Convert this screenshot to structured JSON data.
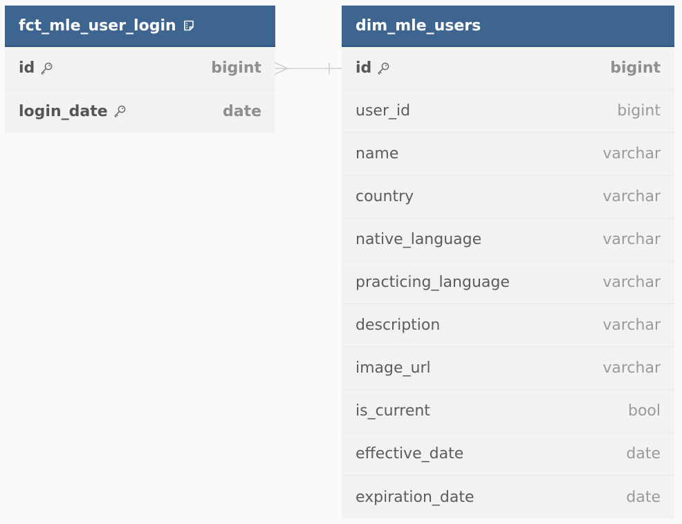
{
  "tables": {
    "fct": {
      "name": "fct_mle_user_login",
      "has_note_icon": true,
      "columns": [
        {
          "name": "id",
          "type": "bigint",
          "pk": true
        },
        {
          "name": "login_date",
          "type": "date",
          "pk": true
        }
      ]
    },
    "dim": {
      "name": "dim_mle_users",
      "columns": [
        {
          "name": "id",
          "type": "bigint",
          "pk": true
        },
        {
          "name": "user_id",
          "type": "bigint",
          "pk": false
        },
        {
          "name": "name",
          "type": "varchar",
          "pk": false
        },
        {
          "name": "country",
          "type": "varchar",
          "pk": false
        },
        {
          "name": "native_language",
          "type": "varchar",
          "pk": false
        },
        {
          "name": "practicing_language",
          "type": "varchar",
          "pk": false
        },
        {
          "name": "description",
          "type": "varchar",
          "pk": false
        },
        {
          "name": "image_url",
          "type": "varchar",
          "pk": false
        },
        {
          "name": "is_current",
          "type": "bool",
          "pk": false
        },
        {
          "name": "effective_date",
          "type": "date",
          "pk": false
        },
        {
          "name": "expiration_date",
          "type": "date",
          "pk": false
        }
      ]
    }
  },
  "relationship": {
    "from": "fct_mle_user_login.id",
    "to": "dim_mle_users.id",
    "from_cardinality": "many",
    "to_cardinality": "one"
  },
  "colors": {
    "header": "#3e6590",
    "table_bg": "#f2f2f2",
    "canvas_bg": "#fafafa",
    "connector": "#cfcfcf"
  },
  "icons": {
    "note": "note-icon",
    "primary_key": "key-icon"
  }
}
